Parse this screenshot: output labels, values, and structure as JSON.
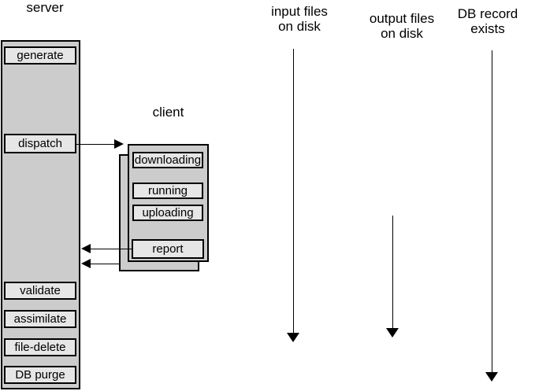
{
  "server": {
    "title": "server",
    "boxes": [
      "generate",
      "dispatch",
      "validate",
      "assimilate",
      "file-delete",
      "DB purge"
    ]
  },
  "client": {
    "title": "client",
    "boxes": [
      "downloading",
      "running",
      "uploading",
      "report"
    ]
  },
  "timelines": [
    {
      "line1": "input files",
      "line2": "on disk"
    },
    {
      "line1": "output files",
      "line2": "on disk"
    },
    {
      "line1": "DB record",
      "line2": "exists"
    }
  ],
  "colors": {
    "panel_fill": "#cccccc",
    "box_fill": "#e6e6e6",
    "line": "#000000",
    "background": "#ffffff"
  }
}
